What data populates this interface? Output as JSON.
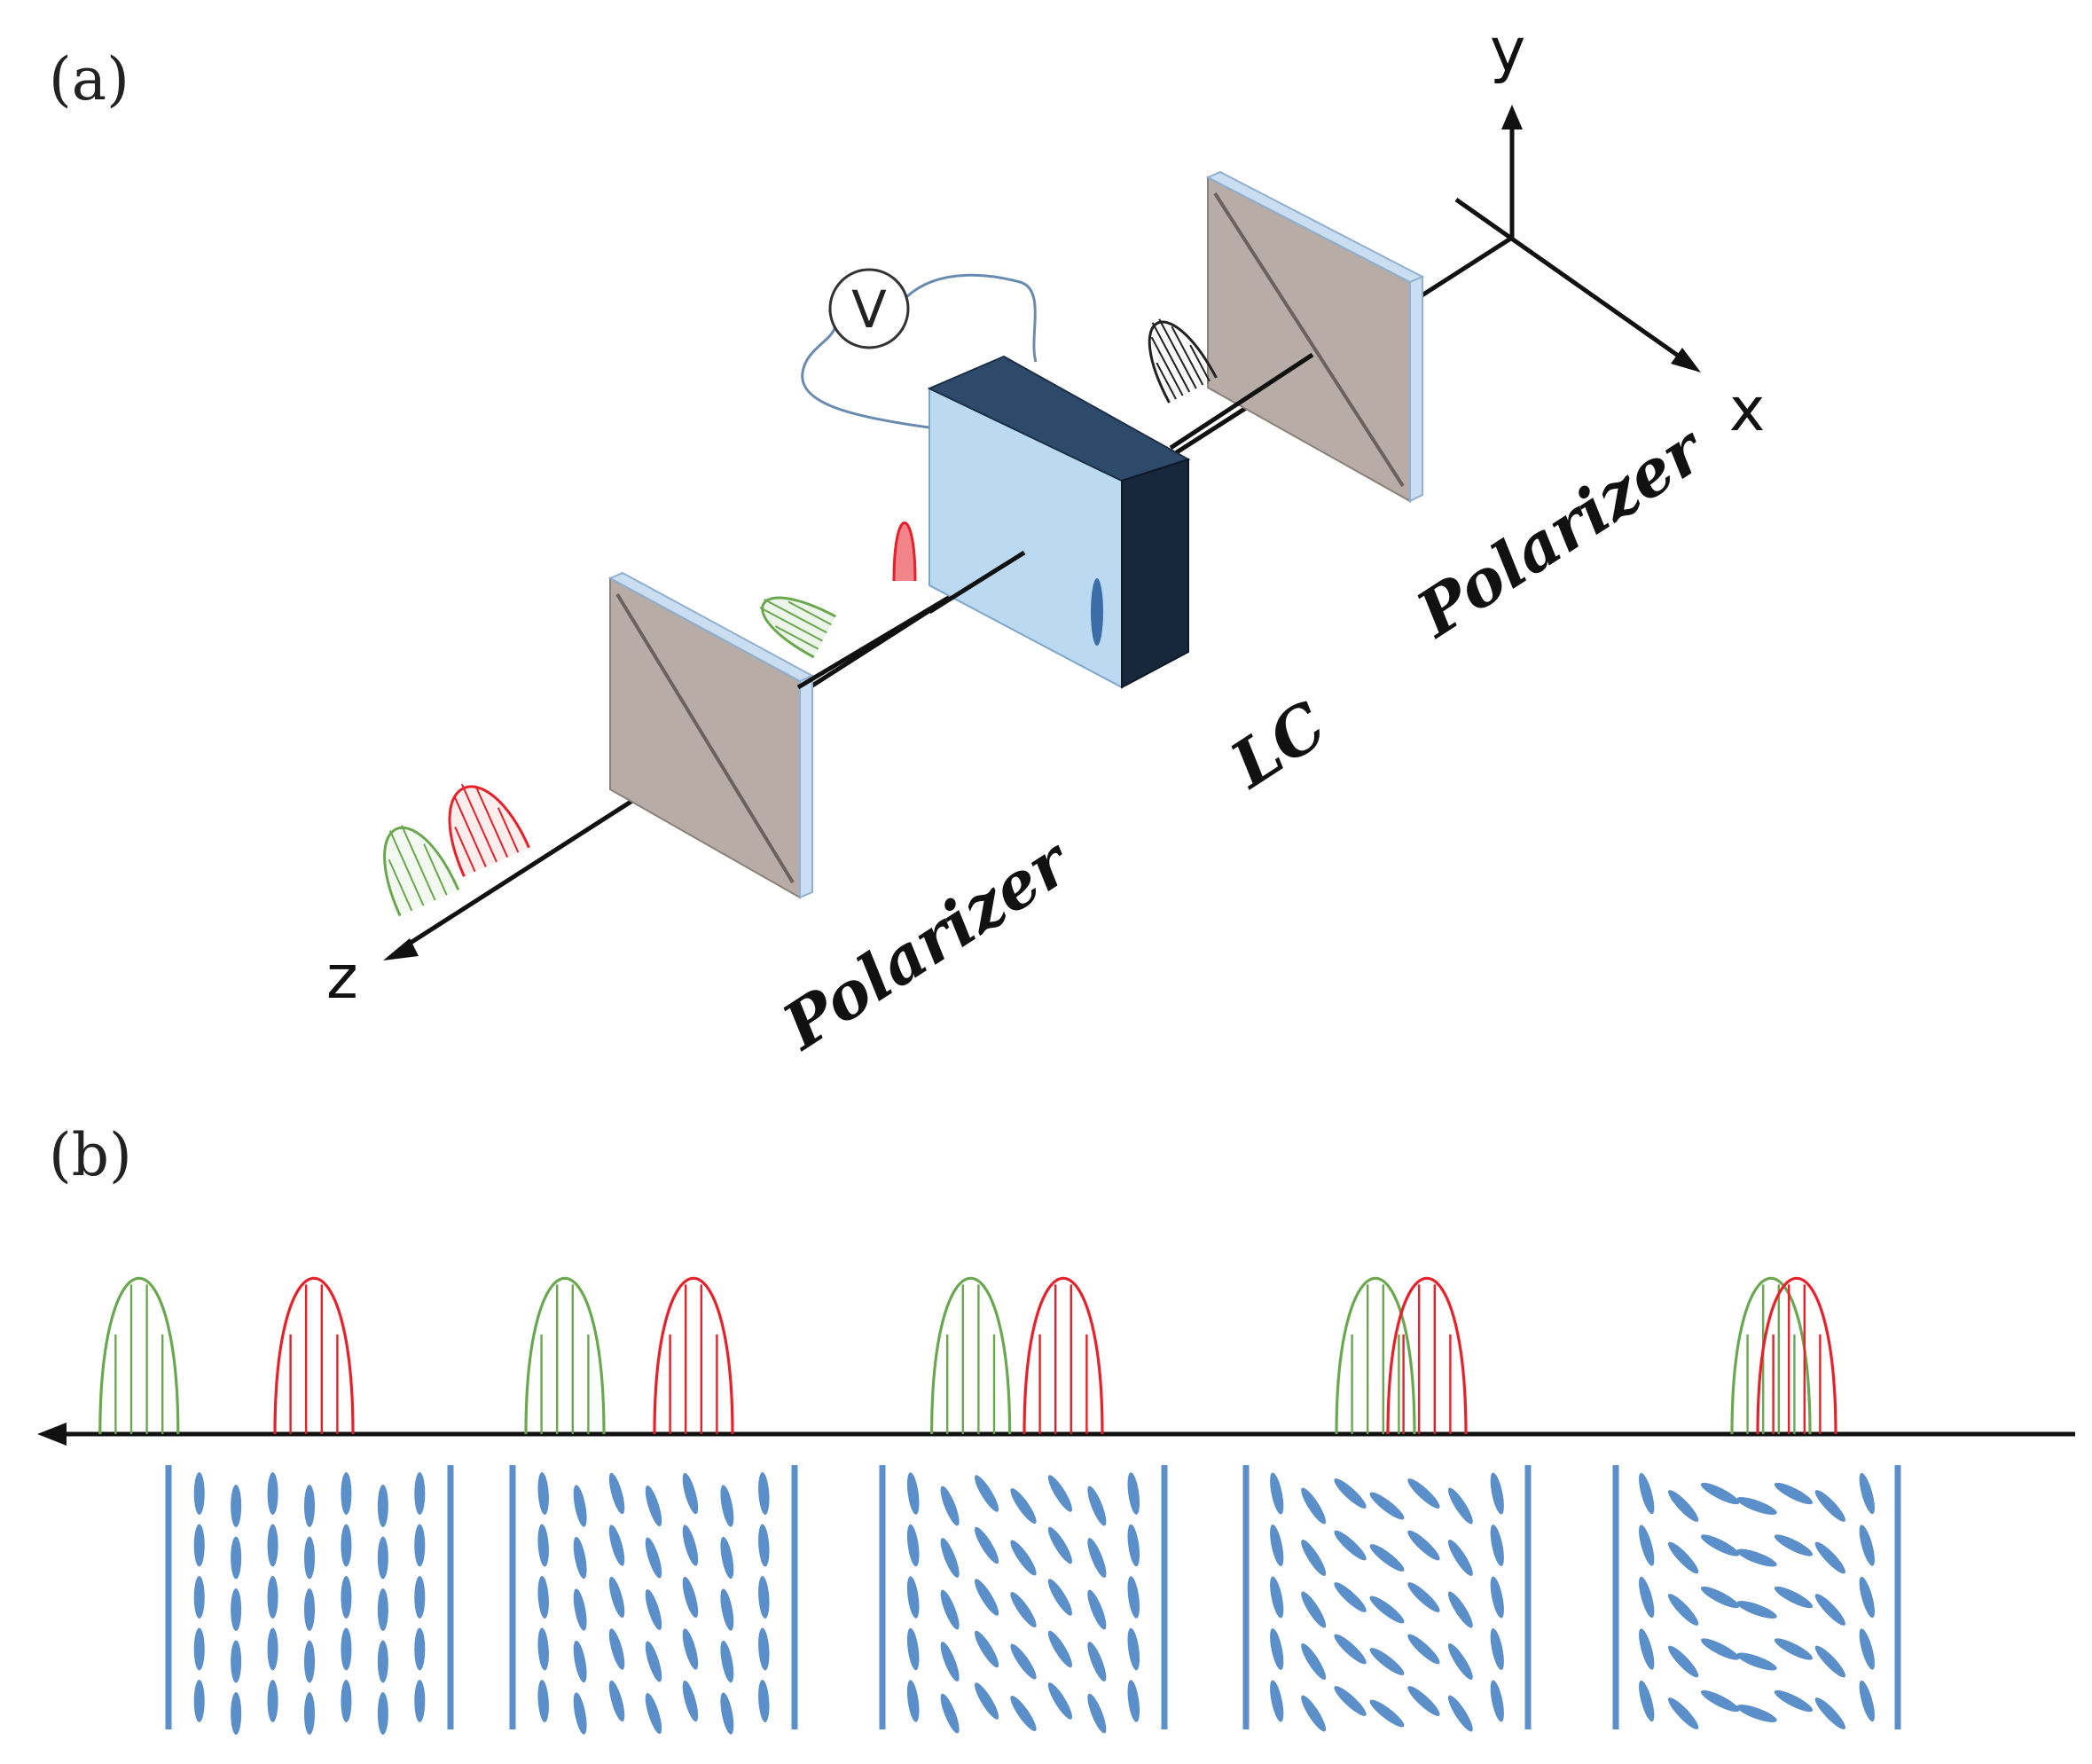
{
  "panel_a": {
    "label": "(a)",
    "axes": {
      "x": "x",
      "y": "y",
      "z": "z"
    },
    "front_polarizer_label": "Polarizer",
    "back_polarizer_label": "Polarizer",
    "lc_label": "LC",
    "voltage_label": "V"
  },
  "panel_b": {
    "label": "(b)",
    "stage_count": 5,
    "pulse_gaps": [
      0.68,
      0.5,
      0.36,
      0.2,
      0.1
    ],
    "director_tilt": [
      0.0,
      0.25,
      0.5,
      0.75,
      1.0
    ]
  },
  "colors": {
    "green_pulse": "#6aa84f",
    "red_pulse": "#e8202a",
    "lc_molecule": "#5b8fc9",
    "cell_wall": "#5b8fc9",
    "polarizer_face": "#b7aca6",
    "polarizer_edge": "#c9def0",
    "lc_front": "#bcd9f2",
    "lc_top": "#2e4a6b",
    "lc_side": "#17273c",
    "wire": "#6a8bb0"
  }
}
